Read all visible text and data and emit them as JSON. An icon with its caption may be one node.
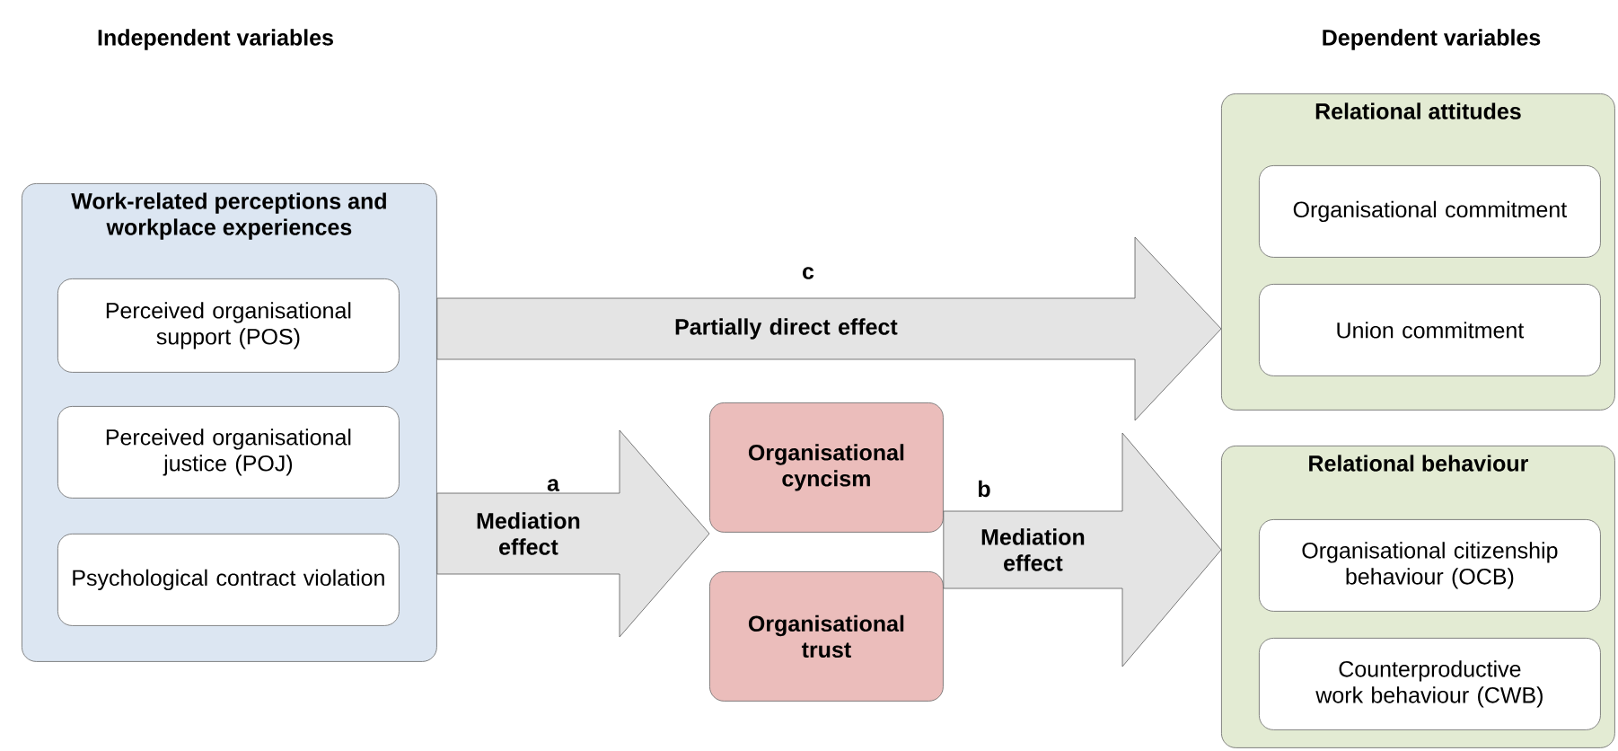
{
  "diagram": {
    "nodes": [
      {
        "text": [
          "Work-related perceptions and workplace experiences"
        ]
      },
      {
        "text": [
          "Perceived organisational support (POS)"
        ],
        "in": 0
      },
      {
        "text": [
          "Perceived organisational justice (POJ)"
        ],
        "in": 0
      },
      {
        "text": [
          "Psychological contract violation"
        ],
        "in": 0
      },
      {
        "text": [
          "Organisational cyncism"
        ]
      },
      {
        "text": [
          "Organisational trust"
        ]
      },
      {
        "text": [
          "Relational attitudes"
        ]
      },
      {
        "text": [
          "Organisational commitment"
        ],
        "in": 6
      },
      {
        "text": [
          "Union commitment"
        ],
        "in": 6
      },
      {
        "text": [
          "Relational behaviour"
        ]
      },
      {
        "text": [
          "Organisational citizenship behaviour (OCB)"
        ],
        "in": 9
      },
      {
        "text": [
          "Counterproductive work behaviour (CWB)"
        ],
        "in": 9
      }
    ],
    "edges": [
      {
        "from": 0,
        "to": 6,
        "arrow": "to",
        "label": "Partially direct effect"
      },
      {
        "from": 0,
        "to": 4,
        "arrow": "to",
        "label": "Mediation effect"
      },
      {
        "from": 0,
        "to": 5,
        "arrow": "to"
      },
      {
        "from": 4,
        "to": 9,
        "arrow": "to",
        "label": "Mediation effect"
      },
      {
        "from": 5,
        "to": 9,
        "arrow": "to"
      }
    ],
    "labels": [
      "Independent variables",
      "Dependent variables",
      "c",
      "a",
      "b"
    ]
  }
}
